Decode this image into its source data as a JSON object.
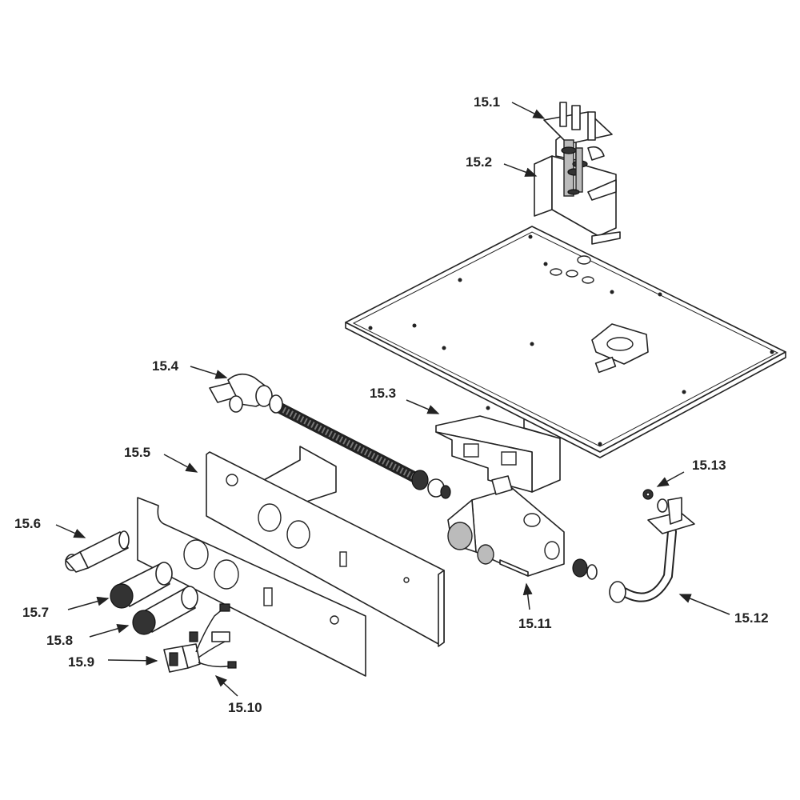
{
  "diagram": {
    "type": "exploded-parts-diagram",
    "labels": [
      "15.1",
      "15.2",
      "15.3",
      "15.4",
      "15.5",
      "15.6",
      "15.7",
      "15.8",
      "15.9",
      "15.10",
      "15.11",
      "15.12",
      "15.13"
    ]
  }
}
